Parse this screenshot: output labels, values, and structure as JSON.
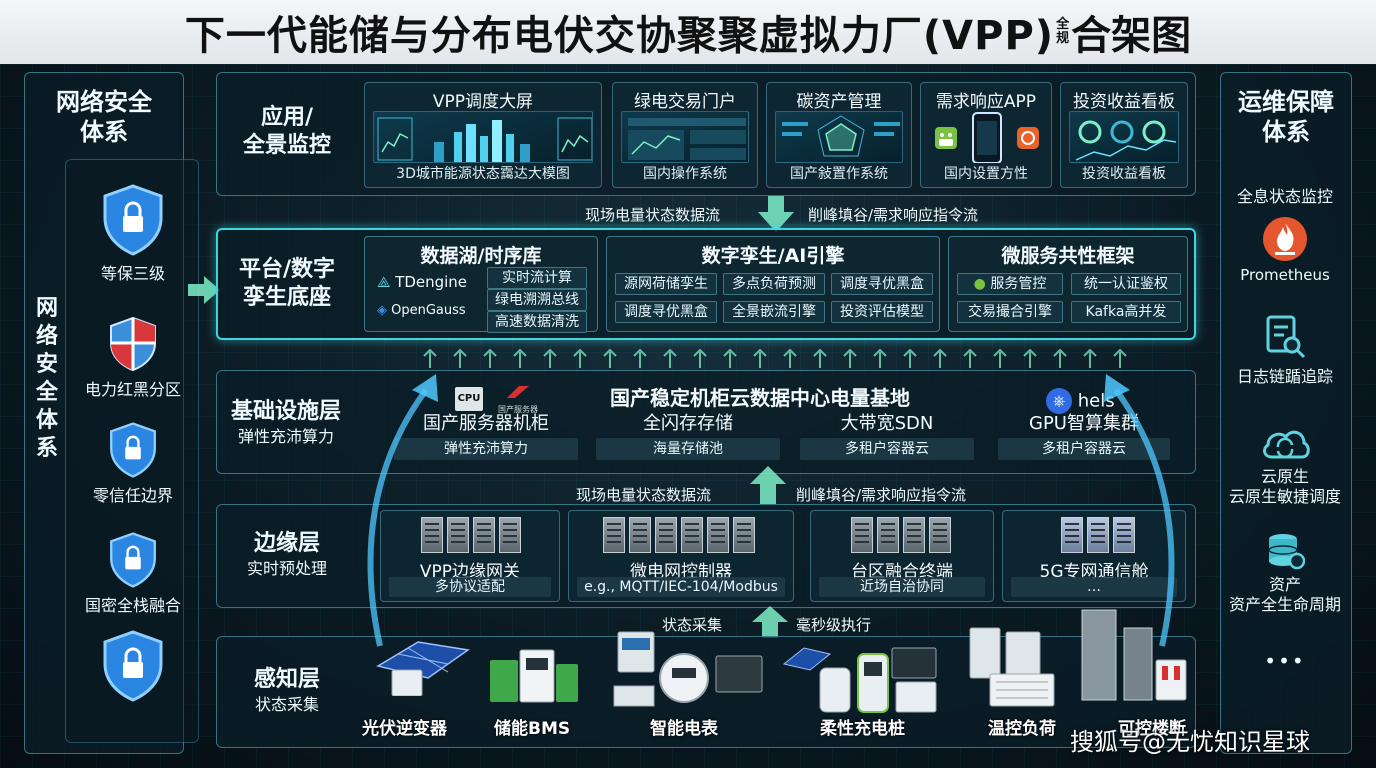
{
  "header": {
    "title": "下一代能储与分布电伏交协聚聚虚拟力厂(VPP)",
    "title_small_top": "全",
    "title_small_bottom": "规",
    "title_tail": "合架图"
  },
  "security": {
    "title": "网络安全\n体系",
    "vertical": "网络安全体系",
    "items": [
      {
        "label": "等保三级",
        "icon": "shield-lock-icon"
      },
      {
        "label": "电力红黑分区",
        "icon": "shield-split-icon"
      },
      {
        "label": "零信任边界",
        "icon": "shield-lock-icon"
      },
      {
        "label": "国密全栈融合",
        "icon": "shield-lock-icon"
      },
      {
        "label": "",
        "icon": "shield-lock-icon"
      }
    ]
  },
  "ops": {
    "title": "运维保障\n体系",
    "items": [
      {
        "label": "全息状态监控",
        "icon": "fire-icon",
        "sub": "Prometheus"
      },
      {
        "label": "日志链踲追踪",
        "icon": "log-search-icon"
      },
      {
        "label": "云原生\n云原生敏捷调度",
        "icon": "cloud-sync-icon"
      },
      {
        "label": "资产\n资产全生命周期",
        "icon": "database-gear-icon"
      },
      {
        "label": "•••",
        "icon": "more-icon"
      }
    ]
  },
  "app_layer": {
    "label": "应用/\n全景监控",
    "cards": [
      {
        "title": "VPP调度大屏",
        "bottom": "3D城市能源状态靄达大模图"
      },
      {
        "title": "绿电交易门户",
        "bottom": "国内操作系统"
      },
      {
        "title": "碳资产管理",
        "bottom": "国产敍置作系统"
      },
      {
        "title": "需求响应APP",
        "bottom": "国内设置方性"
      },
      {
        "title": "投资收益看板",
        "bottom": "投资收益看板"
      }
    ]
  },
  "flows": {
    "top_left": "现场电量状态数据流",
    "top_right": "削峰填谷/需求响应指令流",
    "mid_left": "现场电量状态数据流",
    "mid_right": "削峰填谷/需求响应指令流",
    "bottom_left": "状态采集",
    "bottom_right": "毫秒级执行"
  },
  "platform": {
    "label": "平台/数字\n孪生底座",
    "groups": [
      {
        "title": "数据湖/时序库",
        "logos": [
          "TDengine",
          "OpenGauss"
        ],
        "chips": [
          "实时流计算",
          "绿电溯溯总线",
          "高速数据清洗"
        ]
      },
      {
        "title": "数字孪生/AI引擎",
        "chips": [
          "源网荷储孪生",
          "多点负荷预测",
          "调度寻优黑盒",
          "调度寻优黑盒",
          "全景嵌流引擎",
          "投资评估模型"
        ]
      },
      {
        "title": "微服务共性框架",
        "chips": [
          "服务管控",
          "统一认证鉴权",
          "交易撮合引擎",
          "Kafka高并发"
        ]
      }
    ]
  },
  "infra": {
    "label": "基础设施层",
    "sub": "弹性充沛算力",
    "banner": "国产稳定机柜云数据中心电量基地",
    "cpu_label": "CPU",
    "brand_tag": "国产服务器",
    "k8s_label": "hels",
    "cols": [
      {
        "title": "国产服务器机柜",
        "sub": "弹性充沛算力"
      },
      {
        "title": "全闪存存储",
        "sub": "海量存储池"
      },
      {
        "title": "大带宽SDN",
        "sub": "多租户容器云"
      },
      {
        "title": "GPU智算集群",
        "sub": "多租户容器云"
      }
    ]
  },
  "edge": {
    "label": "边缘层",
    "sub": "实时预处理",
    "cards": [
      {
        "title": "VPP边缘网关",
        "sub": "多协议适配"
      },
      {
        "title": "微电网控制器",
        "sub": "e.g., MQTT/IEC-104/Modbus"
      },
      {
        "title": "台区融合终端",
        "sub": "近场自治协同"
      },
      {
        "title": "5G专网通信舱",
        "sub": "…"
      }
    ]
  },
  "sense": {
    "label": "感知层",
    "sub": "状态采集",
    "devices": [
      "光伏逆变器",
      "储能BMS",
      "智能电表",
      "柔性充电桩",
      "温控负荷",
      "可控楼断"
    ]
  },
  "watermark": "搜狐号@无忧知识星球",
  "colors": {
    "accent": "#3fd6e0",
    "arrow": "#7ef0c8",
    "shield": "#2f8fe8"
  }
}
